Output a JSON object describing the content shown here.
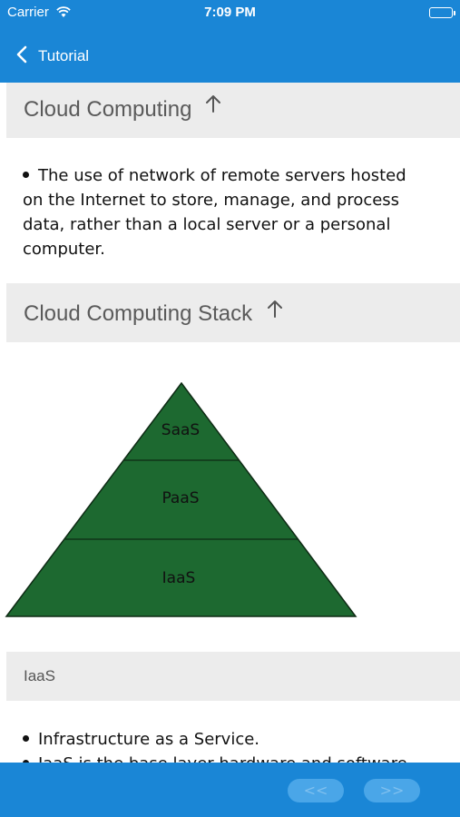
{
  "status_bar": {
    "carrier": "Carrier",
    "time": "7:09 PM"
  },
  "nav": {
    "back_label": "Tutorial"
  },
  "sections": {
    "cloud_computing": {
      "title": "Cloud Computing",
      "bullet": "The use of network of remote servers hosted on the Internet to store, manage, and process data, rather than a local server or a personal computer."
    },
    "stack": {
      "title": "Cloud Computing Stack",
      "pyramid_layers": [
        "SaaS",
        "PaaS",
        "IaaS"
      ]
    },
    "iaas": {
      "title": "IaaS",
      "bullet_1": "Infrastructure as a Service.",
      "bullet_2": "IaaS is the base layer hardware and software"
    }
  },
  "toolbar": {
    "prev_label": "<<",
    "next_label": ">>"
  },
  "colors": {
    "brand": "#1a86d6",
    "pyramid_fill": "#1d6930",
    "header_bg": "#ececec"
  }
}
